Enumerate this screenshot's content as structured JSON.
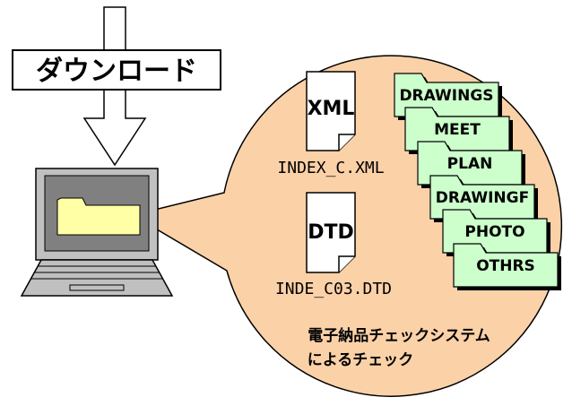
{
  "download_label": "ダウンロード",
  "files": [
    {
      "badge": "XML",
      "filename": "INDEX_C.XML"
    },
    {
      "badge": "DTD",
      "filename": "INDE_C03.DTD"
    }
  ],
  "folders": [
    "DRAWINGS",
    "MEET",
    "PLAN",
    "DRAWINGF",
    "PHOTO",
    "OTHRS"
  ],
  "caption": [
    "電子納品チェックシステム",
    "によるチェック"
  ],
  "colors": {
    "bubble": "#fbd1a8",
    "folder_green": "#ccffcc",
    "folder_yellow": "#ffffa6",
    "laptop_gray": "#c0c0c0",
    "screen_gray": "#808080"
  }
}
